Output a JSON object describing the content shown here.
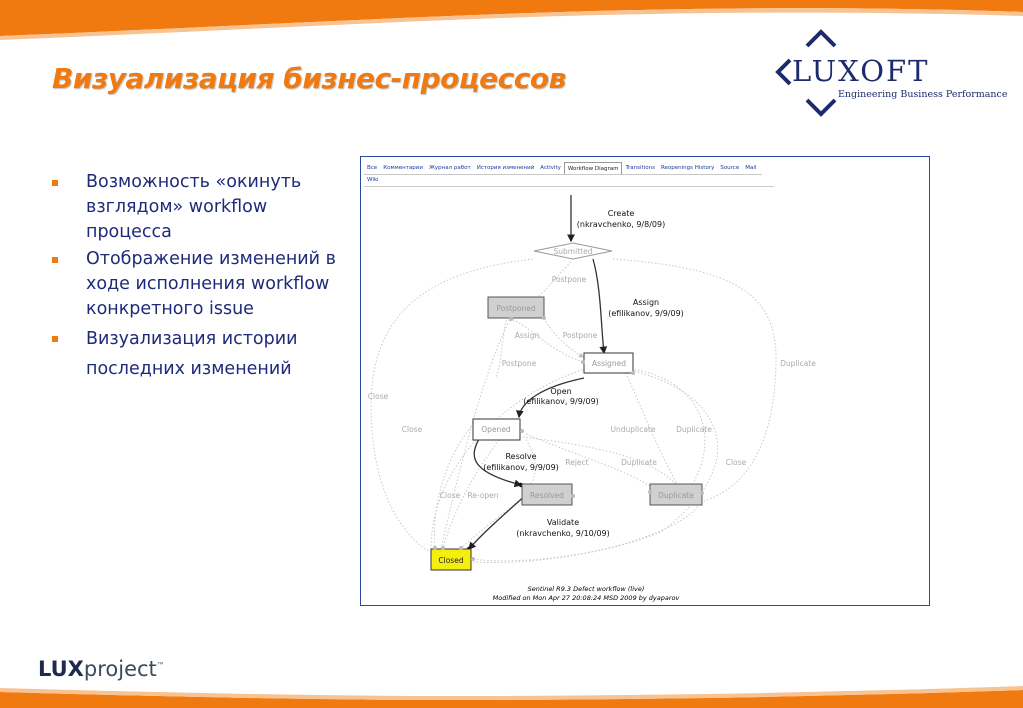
{
  "slide": {
    "title": "Визуализация бизнес-процессов",
    "bullets": [
      "Возможность «окинуть взглядом» workflow процесса",
      "Отображение изменений в ходе исполнения workflow конкретного issue",
      "Визуализация истории последних изменений"
    ],
    "colors": {
      "accent": "#f07a10",
      "text": "#1e2a7a",
      "frame": "#2a4aa0"
    }
  },
  "logo": {
    "brand": "LUXOFT",
    "tagline": "Engineering Business Performance"
  },
  "footer": {
    "brand_bold": "LUX",
    "brand_rest": "project",
    "trademark": "™"
  },
  "screenshot": {
    "tabs": [
      "Все",
      "Комментарии",
      "Журнал работ",
      "История изменений",
      "Activity",
      "Workflow Diagram",
      "Transitions",
      "Reopenings History",
      "Source",
      "Mail"
    ],
    "active_tab": "Workflow Diagram",
    "subtab": "Wiki",
    "states": {
      "submitted": "Submitted",
      "postponed": "Postponed",
      "assigned": "Assigned",
      "opened": "Opened",
      "resolved": "Resolved",
      "duplicate": "Duplicate",
      "closed": "Closed"
    },
    "transitions": {
      "create": "Create",
      "create_meta": "(nkravchenko, 9/8/09)",
      "assign": "Assign",
      "assign_meta": "(efilikanov, 9/9/09)",
      "open": "Open",
      "open_meta": "(efilikanov, 9/9/09)",
      "resolve": "Resolve",
      "resolve_meta": "(efilikanov, 9/9/09)",
      "validate": "Validate",
      "validate_meta": "(nkravchenko, 9/10/09)",
      "postpone_1": "Postpone",
      "assign_2": "Assign",
      "postpone_2": "Postpone",
      "postpone_3": "Postpone",
      "duplicate_1": "Duplicate",
      "close_1": "Close",
      "close_2": "Close",
      "unduplicate": "Unduplicate",
      "duplicate_2": "Duplicate",
      "reject": "Reject",
      "duplicate_3": "Duplicate",
      "close_3": "Close",
      "close_4": "Close",
      "reopen": "Re-open"
    },
    "caption_line1": "Sentinel R9.3 Defect workflow (live)",
    "caption_line2": "Modified on Mon Apr 27 20:08:24 MSD 2009 by dyaparov"
  }
}
